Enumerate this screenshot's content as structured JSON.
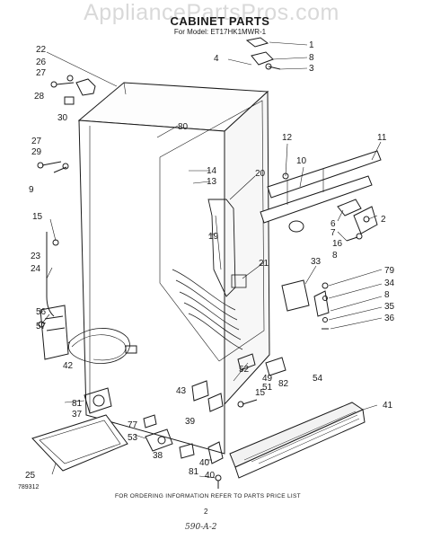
{
  "header": {
    "watermark": "AppliancePartsPros.com",
    "title": "CABINET PARTS",
    "subtitle": "For Model: ET17HK1MWR-1"
  },
  "footer": {
    "catalog_number": "789312",
    "info_text": "FOR ORDERING INFORMATION REFER TO PARTS PRICE LIST",
    "page_number": "2",
    "handwritten_note": "590-A-2"
  },
  "callouts": [
    "1",
    "8",
    "3",
    "4",
    "22",
    "26",
    "27",
    "28",
    "30",
    "80",
    "12",
    "10",
    "11",
    "14",
    "13",
    "20",
    "27",
    "29",
    "9",
    "15",
    "23",
    "24",
    "19",
    "21",
    "6",
    "7",
    "16",
    "8",
    "2",
    "33",
    "79",
    "34",
    "8",
    "35",
    "36",
    "56",
    "57",
    "42",
    "41",
    "52",
    "49",
    "51",
    "82",
    "54",
    "15",
    "81",
    "37",
    "43",
    "77",
    "53",
    "39",
    "40",
    "38",
    "81",
    "25",
    "40",
    "3",
    "1"
  ]
}
